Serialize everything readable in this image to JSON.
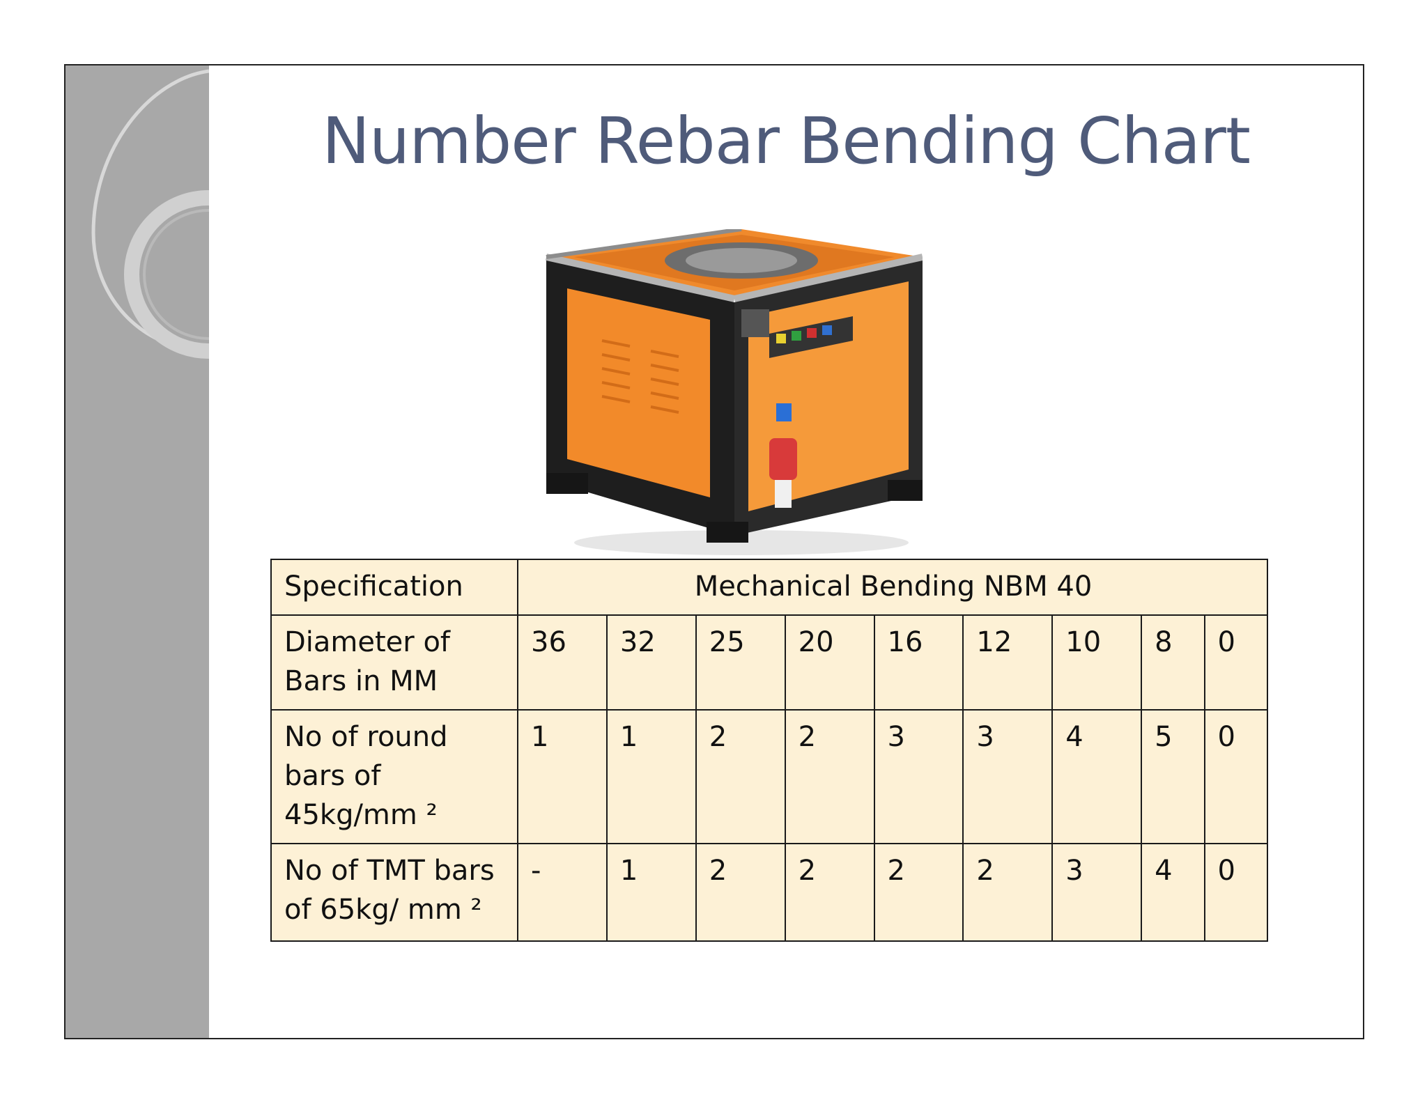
{
  "slide": {
    "title": "Number Rebar Bending Chart"
  },
  "table": {
    "header": {
      "label": "Specification",
      "value": "Mechanical Bending NBM 40"
    },
    "rows": [
      {
        "label_line1": "Diameter of",
        "label_line2": "Bars in MM",
        "label_line3": "",
        "cells": [
          "36",
          "32",
          "25",
          "20",
          "16",
          "12",
          "10",
          "8",
          "0"
        ]
      },
      {
        "label_line1": "No of round",
        "label_line2": "bars of",
        "label_line3": "45kg/mm ²",
        "cells": [
          "1",
          "1",
          "2",
          "2",
          "3",
          "3",
          "4",
          "5",
          "0"
        ]
      },
      {
        "label_line1": "No of TMT bars",
        "label_line2": "of 65kg/ mm ²",
        "label_line3": "",
        "cells": [
          "-",
          "1",
          "2",
          "2",
          "2",
          "2",
          "3",
          "4",
          "0"
        ]
      }
    ]
  }
}
